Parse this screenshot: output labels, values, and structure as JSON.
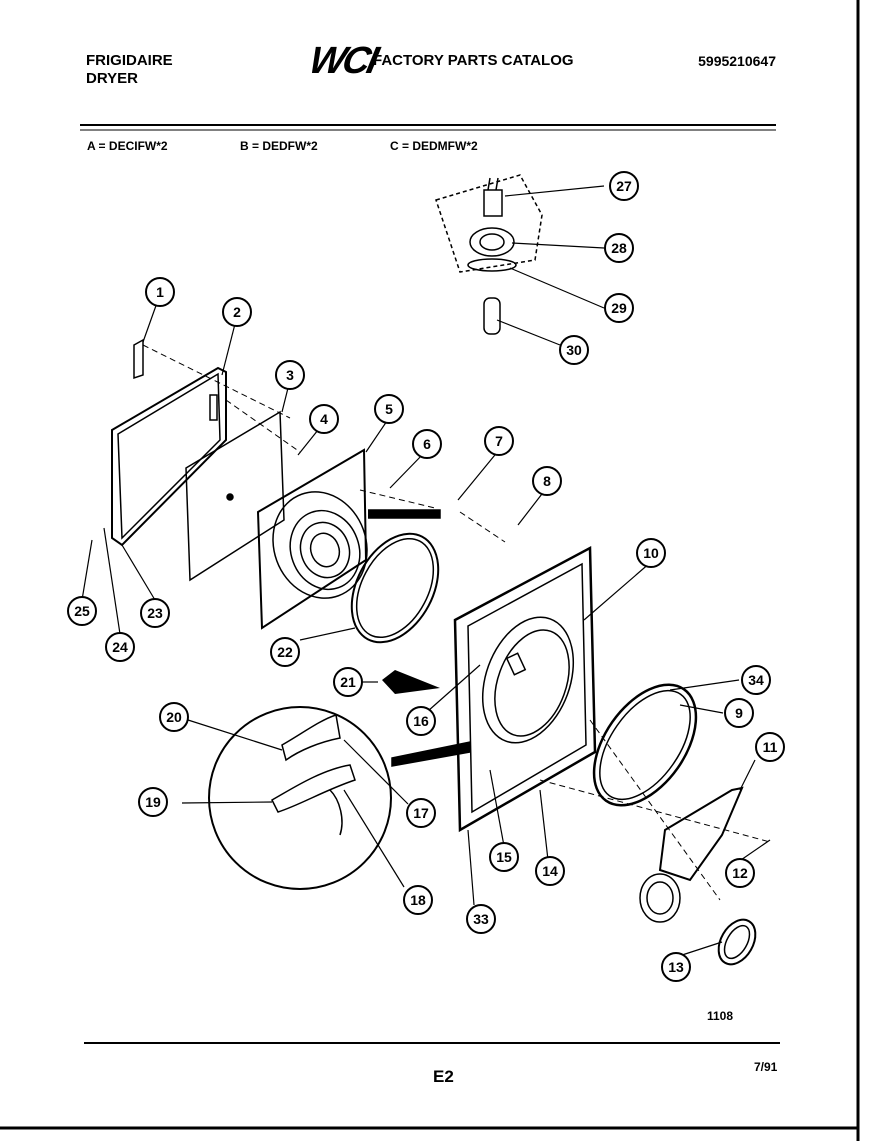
{
  "header": {
    "brand": "FRIGIDAIRE",
    "product": "DRYER",
    "logo_text": "WCI",
    "catalog_title": "FACTORY PARTS CATALOG",
    "part_number": "5995210647"
  },
  "models": {
    "a": "A = DECIFW*2",
    "b": "B = DEDFW*2",
    "c": "C = DEDMFW*2"
  },
  "callouts": [
    "1",
    "2",
    "3",
    "4",
    "5",
    "6",
    "7",
    "8",
    "9",
    "10",
    "11",
    "12",
    "13",
    "14",
    "15",
    "16",
    "17",
    "18",
    "19",
    "20",
    "21",
    "22",
    "23",
    "24",
    "25",
    "27",
    "28",
    "29",
    "30",
    "33",
    "34"
  ],
  "footer": {
    "diagram_code": "1108",
    "page_label": "E2",
    "date": "7/91"
  }
}
